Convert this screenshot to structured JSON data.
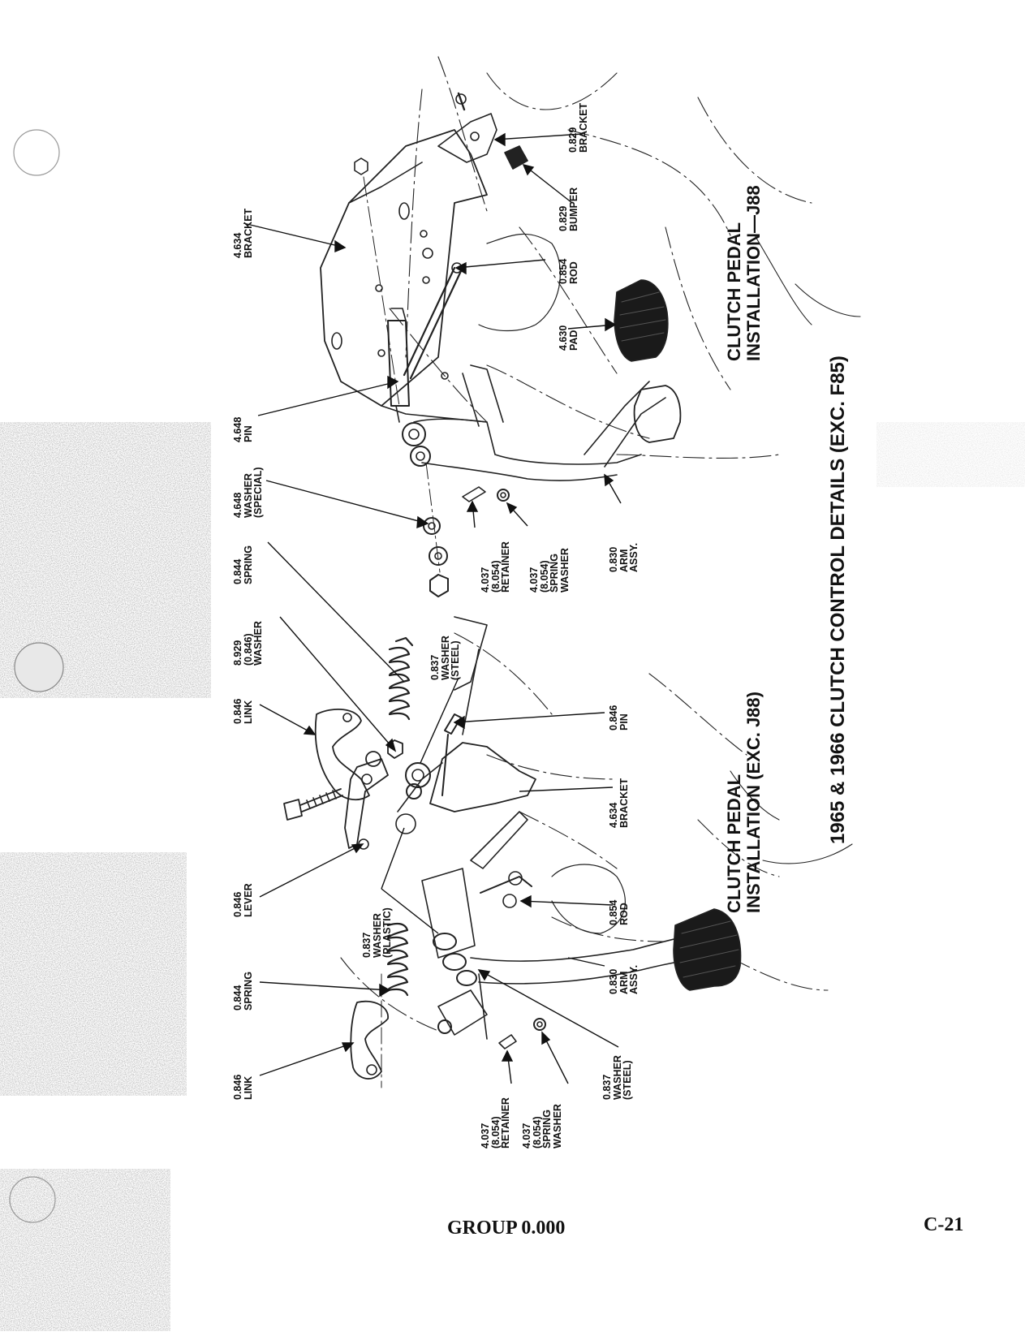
{
  "title": "1965 & 1966 CLUTCH CONTROL DETAILS (EXC. F85)",
  "installation_j88": [
    "CLUTCH PEDAL",
    "INSTALLATION—J88"
  ],
  "installation_exc_j88": [
    "CLUTCH PEDAL",
    "INSTALLATION (EXC. J88)"
  ],
  "footer": {
    "group": "GROUP 0.000",
    "page": "C-21"
  },
  "labels": {
    "bracket_4634_top": [
      "4.634",
      "BRACKET"
    ],
    "bracket_0829": [
      "0.829",
      "BRACKET"
    ],
    "bumper_0829": [
      "0.829",
      "BUMPER"
    ],
    "rod_0854_top": [
      "0.854",
      "ROD"
    ],
    "pad_4630": [
      "4.630",
      "PAD"
    ],
    "pin_4648": [
      "4.648",
      "PIN"
    ],
    "washer_4648": [
      "4.648",
      "WASHER",
      "(SPECIAL)"
    ],
    "spring_0844_top": [
      "0.844",
      "SPRING"
    ],
    "retainer_4037_top": [
      "4.037",
      "(8.054)",
      "RETAINER"
    ],
    "spring_washer_4037_top": [
      "4.037",
      "(8.054)",
      "SPRING",
      "WASHER"
    ],
    "arm_0830_top": [
      "0.830",
      "ARM",
      "ASSY."
    ],
    "washer_8929": [
      "8.929",
      "(0.846)",
      "WASHER"
    ],
    "link_0846_top": [
      "0.846",
      "LINK"
    ],
    "washer_0837_steel_top": [
      "0.837",
      "WASHER",
      "(STEEL)"
    ],
    "pin_0846": [
      "0.846",
      "PIN"
    ],
    "bracket_4634_bottom": [
      "4.634",
      "BRACKET"
    ],
    "lever_0846": [
      "0.846",
      "LEVER"
    ],
    "washer_0837_plastic": [
      "0.837",
      "WASHER",
      "(PLASTIC)"
    ],
    "rod_0854_bottom": [
      "0.854",
      "ROD"
    ],
    "spring_0844_bottom": [
      "0.844",
      "SPRING"
    ],
    "arm_0830_bottom": [
      "0.830",
      "ARM",
      "ASSY."
    ],
    "link_0846_bottom": [
      "0.846",
      "LINK"
    ],
    "retainer_4037_bottom": [
      "4.037",
      "(8.054)",
      "RETAINER"
    ],
    "spring_washer_4037_bottom": [
      "4.037",
      "(8.054)",
      "SPRING",
      "WASHER"
    ],
    "washer_0837_steel_bottom": [
      "0.837",
      "WASHER",
      "(STEEL)"
    ]
  }
}
